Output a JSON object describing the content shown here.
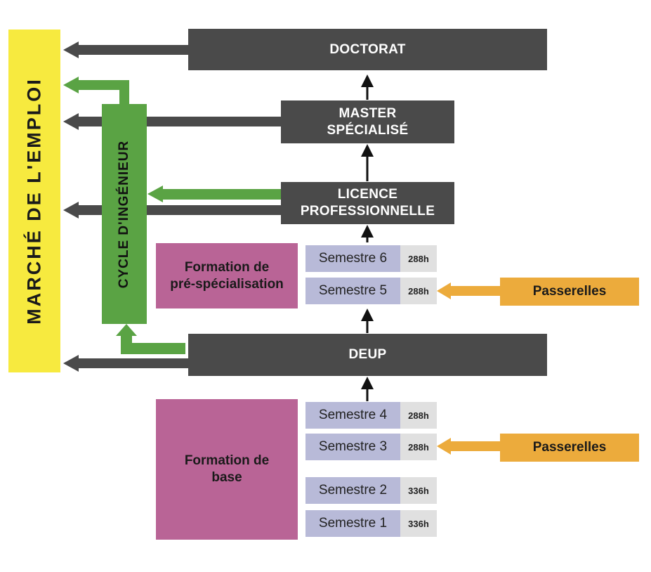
{
  "market": {
    "label": "MARCHÉ DE L'EMPLOI"
  },
  "cycle": {
    "label": "CYCLE D'INGÉNIEUR"
  },
  "doctorat": {
    "label": "DOCTORAT"
  },
  "master": {
    "line1": "MASTER",
    "line2": "SPÉCIALISÉ"
  },
  "licence": {
    "line1": "LICENCE",
    "line2": "PROFESSIONNELLE"
  },
  "deup": {
    "label": "DEUP"
  },
  "pre_specialisation": {
    "line1": "Formation de",
    "line2": "pré-spécialisation"
  },
  "base": {
    "line1": "Formation de",
    "line2": "base"
  },
  "semesters": [
    {
      "label": "Semestre 6",
      "hours": "288h"
    },
    {
      "label": "Semestre 5",
      "hours": "288h"
    },
    {
      "label": "Semestre 4",
      "hours": "288h"
    },
    {
      "label": "Semestre 3",
      "hours": "288h"
    },
    {
      "label": "Semestre 2",
      "hours": "336h"
    },
    {
      "label": "Semestre 1",
      "hours": "336h"
    }
  ],
  "passerelles": [
    {
      "label": "Passerelles"
    },
    {
      "label": "Passerelles"
    }
  ],
  "colors": {
    "dark": "#4a4a4a",
    "green": "#5aa344",
    "yellow": "#f7ea3f",
    "pink": "#b96496",
    "orange": "#ecab3c",
    "semester": "#b8bad8",
    "hours": "#e0e0e0"
  }
}
